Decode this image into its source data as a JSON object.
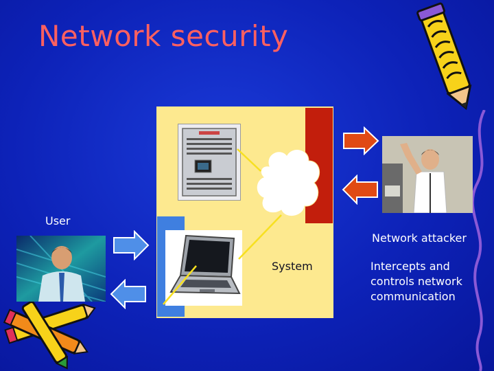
{
  "slide": {
    "title": "Network security",
    "user_label": "User",
    "attacker_label": "Network attacker",
    "system_label": "System",
    "attacker_description": [
      "Intercepts and",
      "controls network",
      "communication"
    ]
  },
  "colors": {
    "background": "#0d22b8",
    "title": "#ff6060",
    "system_box": "#fde98f",
    "attacker_bar": "#c21e0c",
    "user_bar": "#3f7fe0",
    "user_arrows": "#4f8fe8",
    "attacker_arrows": "#e04a14"
  },
  "icons": [
    "pencil-icon",
    "pencils-bundle-icon",
    "server-icon",
    "laptop-icon",
    "cloud-icon",
    "arrow-right-icon",
    "arrow-left-icon"
  ]
}
